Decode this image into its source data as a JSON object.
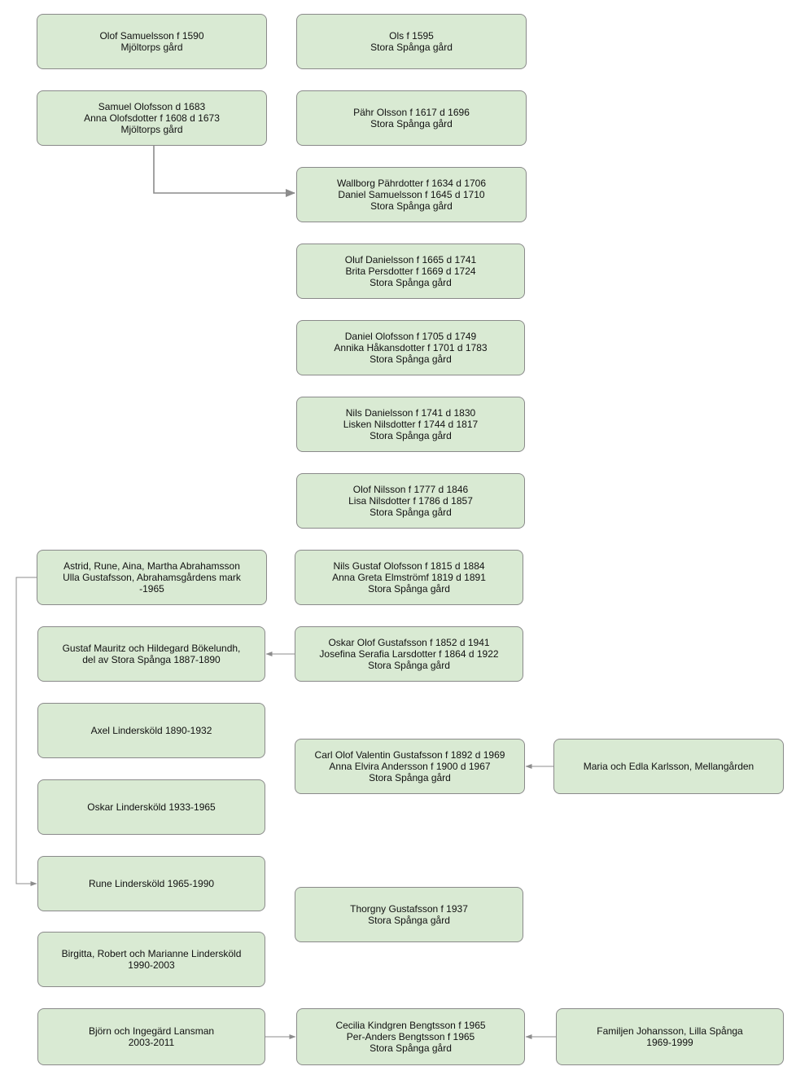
{
  "nodes": [
    {
      "id": "n1",
      "lines": [
        "Olof Samuelsson f 1590",
        "Mjöltorps gård"
      ]
    },
    {
      "id": "n2",
      "lines": [
        "Ols f 1595",
        "Stora Spånga gård"
      ]
    },
    {
      "id": "n3",
      "lines": [
        "Samuel Olofsson d 1683",
        "Anna Olofsdotter f 1608 d 1673",
        "Mjöltorps gård"
      ]
    },
    {
      "id": "n4",
      "lines": [
        "Pähr Olsson f 1617 d 1696",
        "Stora Spånga gård"
      ]
    },
    {
      "id": "n5",
      "lines": [
        "Wallborg Pährdotter f 1634 d 1706",
        "Daniel Samuelsson f 1645 d 1710",
        "Stora Spånga gård"
      ]
    },
    {
      "id": "n6",
      "lines": [
        "Oluf Danielsson f 1665 d 1741",
        "Brita Persdotter f 1669 d 1724",
        "Stora Spånga gård"
      ]
    },
    {
      "id": "n7",
      "lines": [
        "Daniel Olofsson f 1705 d 1749",
        "Annika Håkansdotter f 1701 d 1783",
        "Stora Spånga gård"
      ]
    },
    {
      "id": "n8",
      "lines": [
        "Nils Danielsson f 1741 d 1830",
        "Lisken Nilsdotter f 1744 d 1817",
        "Stora Spånga gård"
      ]
    },
    {
      "id": "n9",
      "lines": [
        "Olof Nilsson f 1777 d 1846",
        "Lisa Nilsdotter f 1786 d 1857",
        "Stora Spånga gård"
      ]
    },
    {
      "id": "n10",
      "lines": [
        "Astrid, Rune, Aina, Martha Abrahamsson",
        "Ulla Gustafsson, Abrahamsgårdens mark",
        "-1965"
      ]
    },
    {
      "id": "n11",
      "lines": [
        "Nils Gustaf Olofsson f 1815 d 1884",
        "Anna Greta Elmströmf 1819 d 1891",
        "Stora Spånga gård"
      ]
    },
    {
      "id": "n12",
      "lines": [
        "Gustaf Mauritz och Hildegard Bökelundh,",
        "del av Stora Spånga 1887-1890"
      ]
    },
    {
      "id": "n13",
      "lines": [
        "Oskar Olof Gustafsson f 1852 d 1941",
        "Josefina Serafia Larsdotter f 1864 d 1922",
        "Stora Spånga gård"
      ]
    },
    {
      "id": "n14",
      "lines": [
        "Axel Lindersköld 1890-1932"
      ]
    },
    {
      "id": "n15",
      "lines": [
        "Carl Olof Valentin Gustafsson f 1892 d 1969",
        "Anna Elvira Andersson f 1900 d 1967",
        "Stora Spånga gård"
      ]
    },
    {
      "id": "n16",
      "lines": [
        "Maria och Edla Karlsson, Mellangården"
      ]
    },
    {
      "id": "n17",
      "lines": [
        "Oskar Lindersköld 1933-1965"
      ]
    },
    {
      "id": "n18",
      "lines": [
        "Rune Lindersköld 1965-1990"
      ]
    },
    {
      "id": "n19",
      "lines": [
        "Thorgny Gustafsson f 1937",
        "Stora Spånga gård"
      ]
    },
    {
      "id": "n20",
      "lines": [
        "Birgitta, Robert och Marianne Lindersköld",
        "1990-2003"
      ]
    },
    {
      "id": "n21",
      "lines": [
        "Björn och Ingegärd Lansman",
        "2003-2011"
      ]
    },
    {
      "id": "n22",
      "lines": [
        "Cecilia Kindgren Bengtsson f 1965",
        "Per-Anders Bengtsson f 1965",
        "Stora Spånga gård"
      ]
    },
    {
      "id": "n23",
      "lines": [
        "Familjen Johansson, Lilla Spånga",
        "1969-1999"
      ]
    }
  ],
  "edges": [
    {
      "from": "n3",
      "to": "n5"
    },
    {
      "from": "n10",
      "to": "n18"
    },
    {
      "from": "n13",
      "to": "n12"
    },
    {
      "from": "n16",
      "to": "n15"
    },
    {
      "from": "n21",
      "to": "n22"
    },
    {
      "from": "n23",
      "to": "n22"
    }
  ],
  "colors": {
    "node_fill": "#d9ead3",
    "node_border": "#8a8a8a",
    "edge": "#8c8c8c"
  }
}
